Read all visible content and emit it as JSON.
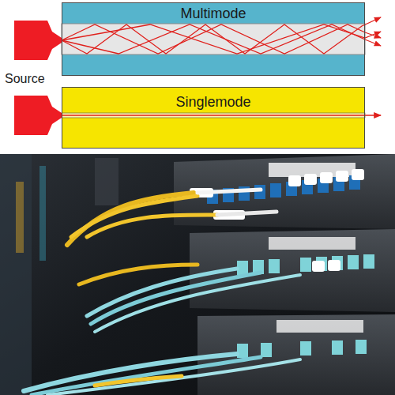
{
  "diagram": {
    "nodes": [
      {
        "text": [
          "Multimode"
        ]
      },
      {
        "text": [
          "Singlemode"
        ]
      }
    ],
    "labels": [
      "Source"
    ]
  }
}
